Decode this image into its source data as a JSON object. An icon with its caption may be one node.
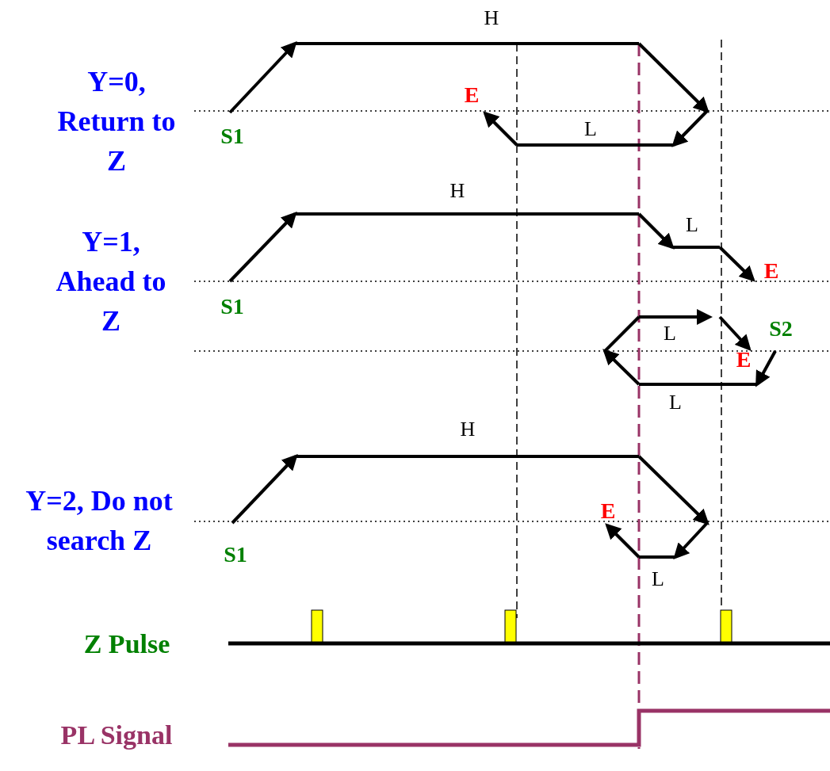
{
  "diagram": {
    "labels": [
      "H",
      "Y=0, Return to Z",
      "E",
      "S1",
      "L",
      "H",
      "Y=1, Ahead to Z",
      "L",
      "E",
      "S1",
      "L",
      "S2",
      "E",
      "L",
      "H",
      "Y=2, Do not search Z",
      "E",
      "S1",
      "L",
      "Z Pulse",
      "PL Signal"
    ]
  }
}
